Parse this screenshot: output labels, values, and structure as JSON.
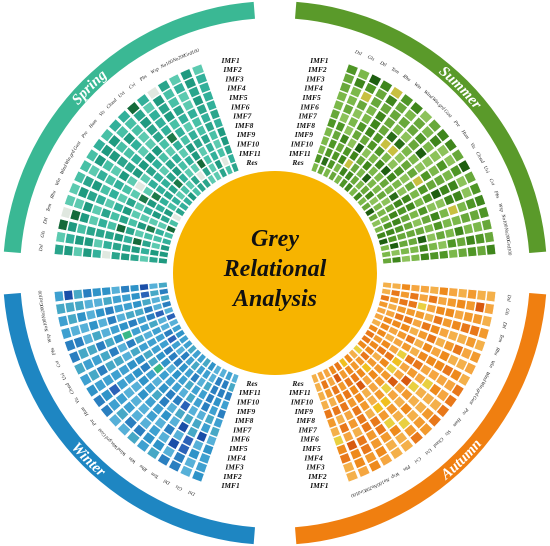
{
  "title_lines": [
    "Grey",
    "Relational",
    "Analysis"
  ],
  "colors": {
    "center": "#f7b400",
    "separator": "#ffffff"
  },
  "seasons": [
    {
      "name": "Summer",
      "band_color": "#5a9a2a",
      "cell_colors": [
        "#68a83a",
        "#4f9626",
        "#7bb84a",
        "#3f861c",
        "#8cc25a"
      ],
      "highlight_colors": [
        "#1e5e10",
        "#c8c040",
        "#2a6e18"
      ]
    },
    {
      "name": "Autumn",
      "band_color": "#f07f10",
      "cell_colors": [
        "#f29a2e",
        "#ee8a1c",
        "#f5a640",
        "#e8781a",
        "#f4b04a"
      ],
      "highlight_colors": [
        "#f0c020",
        "#d85a10",
        "#e9d040"
      ]
    },
    {
      "name": "Winter",
      "band_color": "#1e86c2",
      "cell_colors": [
        "#3ea0d0",
        "#2f93c8",
        "#56b0d8",
        "#2a7fc0",
        "#46a8c6"
      ],
      "highlight_colors": [
        "#1a4ea8",
        "#38b888",
        "#2b62b8"
      ]
    },
    {
      "name": "Spring",
      "band_color": "#3ab894",
      "cell_colors": [
        "#32b09a",
        "#2aa58c",
        "#48c0a6",
        "#1f9a80",
        "#5ccab0"
      ],
      "highlight_colors": [
        "#146a3a",
        "#e0e8e0",
        "#1c7a4a"
      ]
    }
  ],
  "imf_labels": [
    "IMF1",
    "IMF2",
    "IMF3",
    "IMF4",
    "IMF5",
    "IMF6",
    "IMF7",
    "IMF8",
    "IMF9",
    "IMF10",
    "IMF11",
    "Res"
  ],
  "variables": [
    "Dsl",
    "Gls",
    "Dtl",
    "Tem",
    "Rhu",
    "Win",
    "Wind",
    "Win.grd",
    "Gust",
    "Pre",
    "Hum",
    "Vis",
    "Cloud",
    "Uvi",
    "Cvi",
    "Pbs",
    "Wsp",
    "No100",
    "No200",
    "Grd100"
  ]
}
